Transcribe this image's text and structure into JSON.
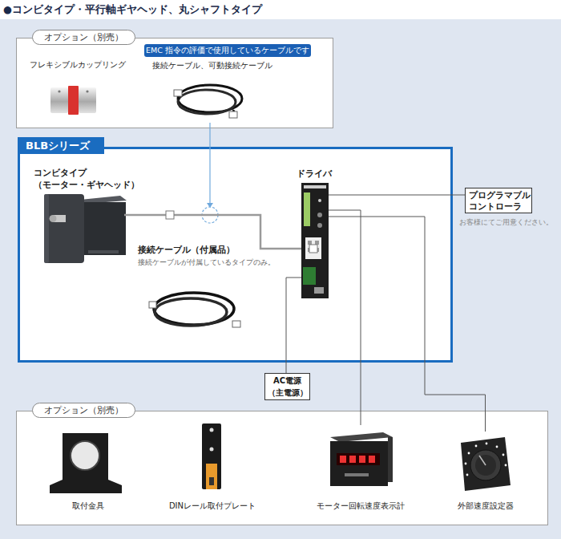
{
  "diagram": {
    "title": "●コンビタイプ・平行軸ギヤヘッド、丸シャフトタイプ",
    "nodes": [
      {
        "text": [
          "オプション（別売）"
        ]
      },
      {
        "text": [
          "フレキシブルカップリング"
        ],
        "in": 0
      },
      {
        "text": [
          "EMC 指令の評価で使用しているケーブルです"
        ],
        "in": 0
      },
      {
        "text": [
          "接続ケーブル、可動接続ケーブル"
        ],
        "in": 0
      },
      {
        "text": [
          "BLBシリーズ"
        ]
      },
      {
        "text": [
          "コンビタイプ （モーター・ギヤヘッド）"
        ],
        "in": 4
      },
      {
        "text": [
          "ドライバ"
        ],
        "in": 4
      },
      {
        "text": [
          "接続ケーブル（付属品）",
          "接続ケーブルが付属しているタイプのみ。"
        ],
        "in": 4
      },
      {
        "text": [
          "プログラマブル コントローラ"
        ]
      },
      {
        "text": [
          "AC電源 （主電源）"
        ]
      },
      {
        "text": [
          "オプション（別売）"
        ]
      },
      {
        "text": [
          "取付金具"
        ],
        "in": 10
      },
      {
        "text": [
          "DINレール取付プレート"
        ],
        "in": 10
      },
      {
        "text": [
          "モーター回転速度表示計"
        ],
        "in": 10
      },
      {
        "text": [
          "外部速度設定器"
        ],
        "in": 10
      }
    ],
    "edges": [
      {
        "from": 5,
        "to": 6,
        "arrow": "none"
      },
      {
        "from": 6,
        "to": 8,
        "arrow": "none"
      },
      {
        "from": 6,
        "to": 9,
        "arrow": "none"
      },
      {
        "from": 6,
        "to": 13,
        "arrow": "none"
      },
      {
        "from": 6,
        "to": 14,
        "arrow": "none"
      }
    ],
    "labels": [
      "お客様にてご用意ください。"
    ]
  }
}
